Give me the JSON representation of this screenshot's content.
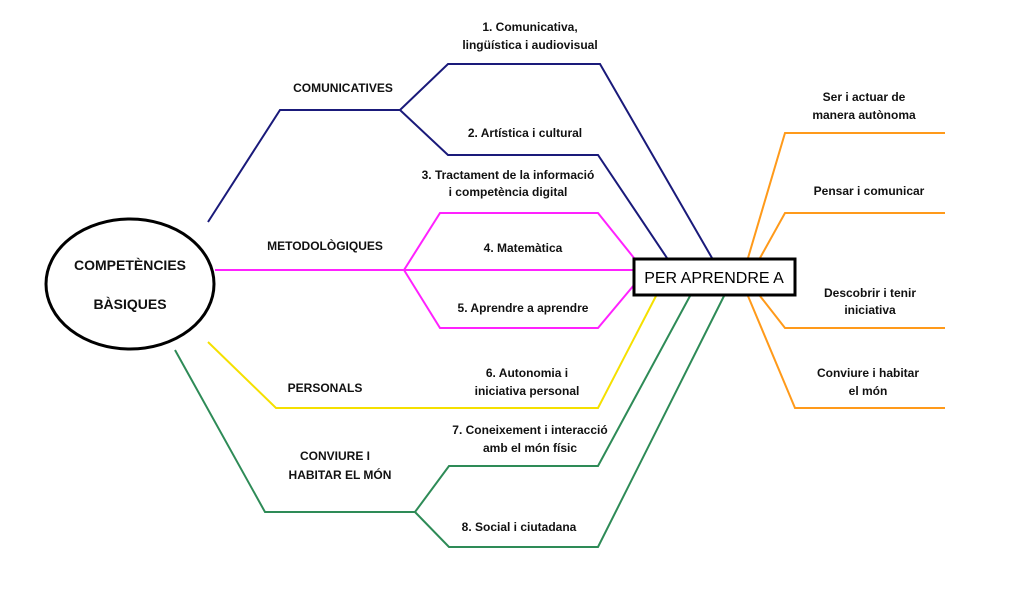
{
  "root": {
    "line1": "COMPETÈNCIES",
    "line2": "BÀSIQUES"
  },
  "hub": {
    "label": "PER APRENDRE A"
  },
  "groups": {
    "comunicatives": "COMUNICATIVES",
    "metodologiques": "METODOLÒGIQUES",
    "personals": "PERSONALS",
    "conviure_1": "CONVIURE I",
    "conviure_2": "HABITAR EL MÓN"
  },
  "competencies": {
    "c1a": "1. Comunicativa,",
    "c1b": "lingüística i audiovisual",
    "c2": "2. Artística i cultural",
    "c3a": "3. Tractament de la informació",
    "c3b": "i competència digital",
    "c4": "4. Matemàtica",
    "c5": "5. Aprendre a aprendre",
    "c6a": "6. Autonomia i",
    "c6b": "iniciativa personal",
    "c7a": "7. Coneixement i interacció",
    "c7b": "amb el món físic",
    "c8": "8. Social i ciutadana"
  },
  "outcomes": {
    "o1a": "Ser i actuar de",
    "o1b": "manera autònoma",
    "o2": "Pensar i comunicar",
    "o3a": "Descobrir i tenir",
    "o3b": "iniciativa",
    "o4a": "Conviure i habitar",
    "o4b": "el món"
  },
  "colors": {
    "blue": "#1a1a7a",
    "magenta": "#ff22ff",
    "yellow": "#f5e000",
    "green": "#2e8b57",
    "orange": "#ff9a1a"
  }
}
